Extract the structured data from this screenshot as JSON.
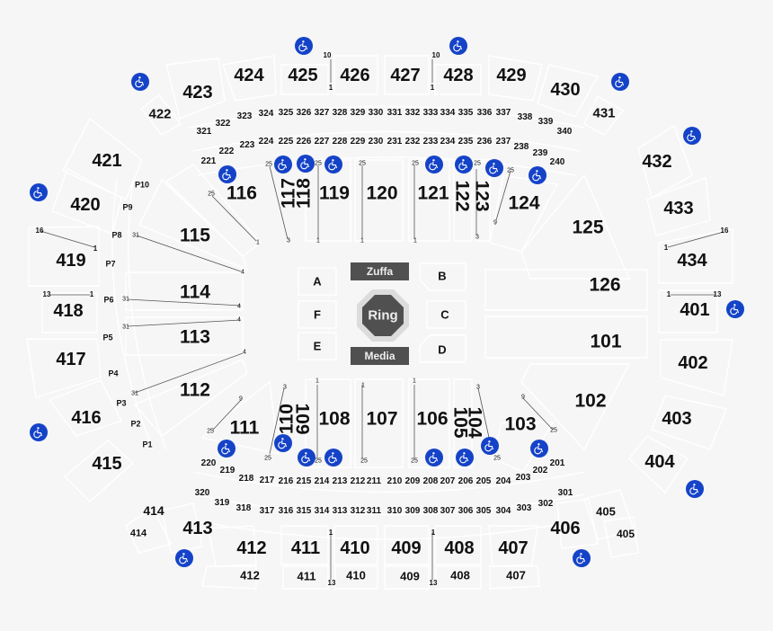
{
  "colors": {
    "background": "#f6f6f6",
    "outline": "#ffffff",
    "ada_blue": "#1543c8",
    "ring_dark": "#505050",
    "ring_border": "#dcdcdc",
    "text": "#111111"
  },
  "stage": {
    "ring_label": "Ring",
    "top_banner": "Zuffa",
    "bottom_banner": "Media",
    "floor_sections": [
      "A",
      "B",
      "C",
      "D",
      "E",
      "F"
    ]
  },
  "sections_100": {
    "101": "101",
    "102": "102",
    "103": "103",
    "104": "104",
    "105": "105",
    "106": "106",
    "107": "107",
    "108": "108",
    "109": "109",
    "110": "110",
    "111": "111",
    "112": "112",
    "113": "113",
    "114": "114",
    "115": "115",
    "116": "116",
    "117": "117",
    "118": "118",
    "119": "119",
    "120": "120",
    "121": "121",
    "122": "122",
    "123": "123",
    "124": "124",
    "125": "125",
    "126": "126"
  },
  "sections_200_top": [
    "221",
    "222",
    "223",
    "224",
    "225",
    "226",
    "227",
    "228",
    "229",
    "230",
    "231",
    "232",
    "233",
    "234",
    "235",
    "236",
    "237",
    "238",
    "239",
    "240"
  ],
  "sections_200_bottom": [
    "220",
    "219",
    "218",
    "217",
    "216",
    "215",
    "214",
    "213",
    "212",
    "211",
    "210",
    "209",
    "208",
    "207",
    "206",
    "205",
    "204",
    "203",
    "202",
    "201"
  ],
  "sections_300_top": [
    "321",
    "322",
    "323",
    "324",
    "325",
    "326",
    "327",
    "328",
    "329",
    "330",
    "331",
    "332",
    "333",
    "334",
    "335",
    "336",
    "337",
    "338",
    "339",
    "340"
  ],
  "sections_300_bottom": [
    "320",
    "319",
    "318",
    "317",
    "316",
    "315",
    "314",
    "313",
    "312",
    "311",
    "310",
    "309",
    "308",
    "307",
    "306",
    "305",
    "304",
    "303",
    "302",
    "301"
  ],
  "sections_400": {
    "401": "401",
    "402": "402",
    "403": "403",
    "404": "404",
    "405": "405",
    "405b": "405",
    "406": "406",
    "407": "407",
    "407b": "407",
    "408": "408",
    "408b": "408",
    "409": "409",
    "409b": "409",
    "410": "410",
    "410b": "410",
    "411": "411",
    "411b": "411",
    "412": "412",
    "412b": "412",
    "413": "413",
    "414": "414",
    "414b": "414",
    "415": "415",
    "416": "416",
    "417": "417",
    "418": "418",
    "419": "419",
    "420": "420",
    "421": "421",
    "422": "422",
    "423": "423",
    "424": "424",
    "425": "425",
    "426": "426",
    "427": "427",
    "428": "428",
    "429": "429",
    "430": "430",
    "431": "431",
    "432": "432",
    "433": "433",
    "434": "434"
  },
  "platforms": [
    "P1",
    "P2",
    "P3",
    "P4",
    "P5",
    "P6",
    "P7",
    "P8",
    "P9",
    "P10"
  ],
  "row_markers": {
    "r1": "1",
    "r3": "3",
    "r4": "4",
    "r9": "9",
    "r10": "10",
    "r13": "13",
    "r16": "16",
    "r25": "25",
    "r31": "31"
  },
  "accessibility_icon": "wheelchair-icon"
}
